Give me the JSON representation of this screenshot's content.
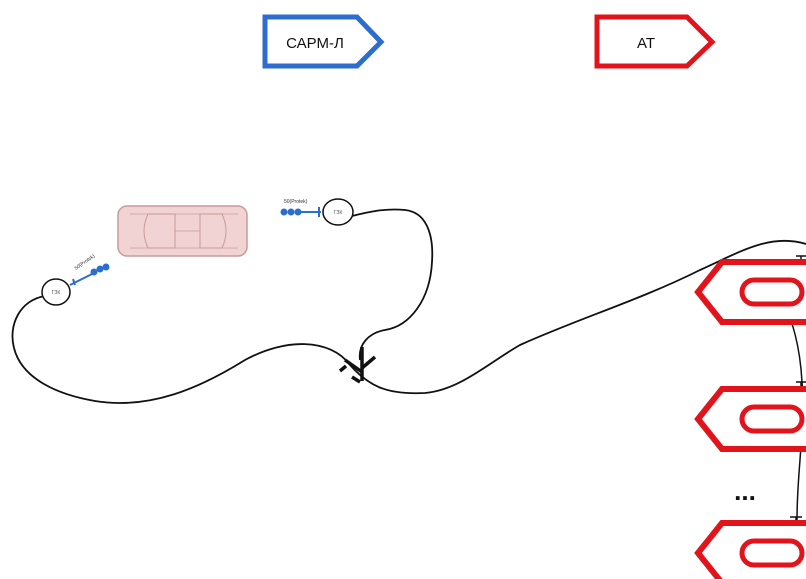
{
  "tags": {
    "sarm": {
      "label": "САРМ-Л",
      "color": "#2b6ecf"
    },
    "at": {
      "label": "АТ",
      "color": "#e3131b"
    }
  },
  "nodes": {
    "left_node": {
      "label": "ГЗК"
    },
    "top_node": {
      "label": "ГЗК"
    }
  },
  "connectors": {
    "left": {
      "label": "50(Protek)"
    },
    "top": {
      "label": "50(Protek)"
    }
  },
  "ellipsis": "...",
  "colors": {
    "line": "#111111",
    "connector_blue": "#2b6ecf",
    "vehicle_fill": "#f1d3d3",
    "vehicle_stroke": "#c99a9a"
  }
}
